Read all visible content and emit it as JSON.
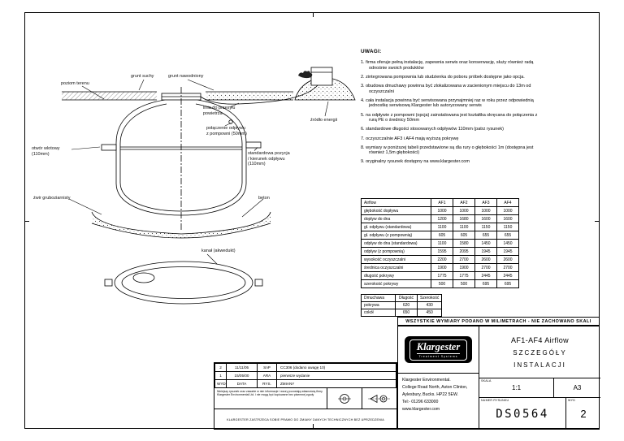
{
  "drawing": {
    "labels": {
      "poziom_terenu": "poziom terenu",
      "grunt_suchy": "grunt suchy",
      "grunt_nawodniony": "grunt nawodniony",
      "linia_przesylu": "linia do przesyłu\npowietrza",
      "zrodlo_energii": "źródło energii",
      "polaczenie_odplywu": "połączenie odpływu\nz pompowni (50mm)",
      "otwor_wlotowy": "otwór wlotowy\n(110mm)",
      "standardowa_pozycja": "standardowa pozycja\n/ kierunek odpływu\n(110mm)",
      "zwir": "żwir gruboziarnisty",
      "beton": "beton",
      "kanal": "kanał (akwedukt)"
    }
  },
  "notes": {
    "title": "UWAGI:",
    "items": [
      "1. firma oferuje pełną instalację, zapewnia serwis oraz konserwację, służy również radą odnośnie swoich produktów",
      "2. zintegrowana pompownia lub studzienka do poboru próbek dostępne jako opcja.",
      "3. obudowa dmuchawy powinna być zlokalizowana w zacienionym miejscu do 13m od oczyszczalni",
      "4. cała instalacja powinna być serwisowana przynajmniej raz w roku przez odpowiednią jednostkę serwisową Klargester lub autoryzowany serwis",
      "5. na odpływie z pompowni (opcja) zainstalowana jest kształtka skręcana do połączenia z rurą PE o średnicy 50mm",
      "6. standardowe długości stosowanych odpływów 110mm (patrz rysunek)",
      "7. oczyszczalnie AF3 i AF4 mają wyższą pokrywę",
      "8. wymiary w poniższej tabeli przedstawione są dla rury o głębokości 1m (dostępna jest również 1,5m głębokości)",
      "9. oryginalny rysunek dostępny na www.klargester.com"
    ]
  },
  "dim_table": {
    "headers": [
      "Airflow",
      "AF1",
      "AF2",
      "AF3",
      "AF4"
    ],
    "rows": [
      [
        "głębokość dopływu",
        "1000",
        "1000",
        "1000",
        "1000"
      ],
      [
        "dopływ do dna",
        "1200",
        "1680",
        "1600",
        "1600"
      ],
      [
        "gł. odpływu (standardowa)",
        "1100",
        "1100",
        "1150",
        "1150"
      ],
      [
        "gł. odpływu (z pompownią)",
        "605",
        "605",
        "655",
        "655"
      ],
      [
        "odpływ do dna (standardowa)",
        "1100",
        "1580",
        "1450",
        "1450"
      ],
      [
        "odpływ (z pompownią)",
        "1595",
        "2095",
        "1945",
        "1945"
      ],
      [
        "wysokość oczyszczalni",
        "2200",
        "2700",
        "2600",
        "2600"
      ],
      [
        "średnica oczyszczalni",
        "1900",
        "1900",
        "2700",
        "2700"
      ],
      [
        "długość pokrywy",
        "1775",
        "1775",
        "2445",
        "2445"
      ],
      [
        "szerokość pokrywy",
        "500",
        "500",
        "695",
        "695"
      ]
    ]
  },
  "blower_table": {
    "headers": [
      "Dmuchawa",
      "Długość",
      "Szerokość"
    ],
    "rows": [
      [
        "pokrywa",
        "620",
        "430"
      ],
      [
        "cokół",
        "650",
        "450"
      ]
    ]
  },
  "units_note": "WSZYSTKIE WYMIARY PODANO W MILIMETRACH - NIE ZACHOWANO SKALI",
  "title_block": {
    "logo_text": "Klargester",
    "logo_subtext": "Treatment Systems",
    "address_lines": [
      "Klargester Environmental.",
      "College Road North, Aston Clinton,",
      "Aylesbury, Bucks.  HP22 5EW.",
      "Tel:- 01296 633000",
      "www.klargester.com"
    ],
    "title_line1": "AF1-AF4 Airflow",
    "title_line2": "SZCZEGÓŁY",
    "title_line3": "INSTALACJI",
    "scale_label": "SKALA",
    "scale": "1:1",
    "sheet_size": "A3",
    "number_label": "NUMER RYSUNKU",
    "drawing_number": "DS0564",
    "revision_label": "WYD",
    "revision": "2"
  },
  "revision_table": {
    "rows": [
      [
        "2",
        "11/11/05",
        "SnP",
        "CC306 (dodano uwagę 10)"
      ],
      [
        "1",
        "15/05/00",
        "ARA",
        "pierwsze wydanie"
      ],
      [
        "WYD",
        "DATA",
        "RYS.",
        "ZMIANY"
      ]
    ],
    "disclaimer_1": "Niniejszy rysunek oraz zawarte w nim informacje i wzory pozostają własnością firmy Klargester Environmental Ltd. i nie mogą być kopiowane bez pisemnej zgody",
    "disclaimer_2": "KLARGESTER ZASTRZEGA SOBIE PRAWO DO ZMIANY DANYCH TECHNICZNYCH BEZ UPRZEDZENIA"
  }
}
